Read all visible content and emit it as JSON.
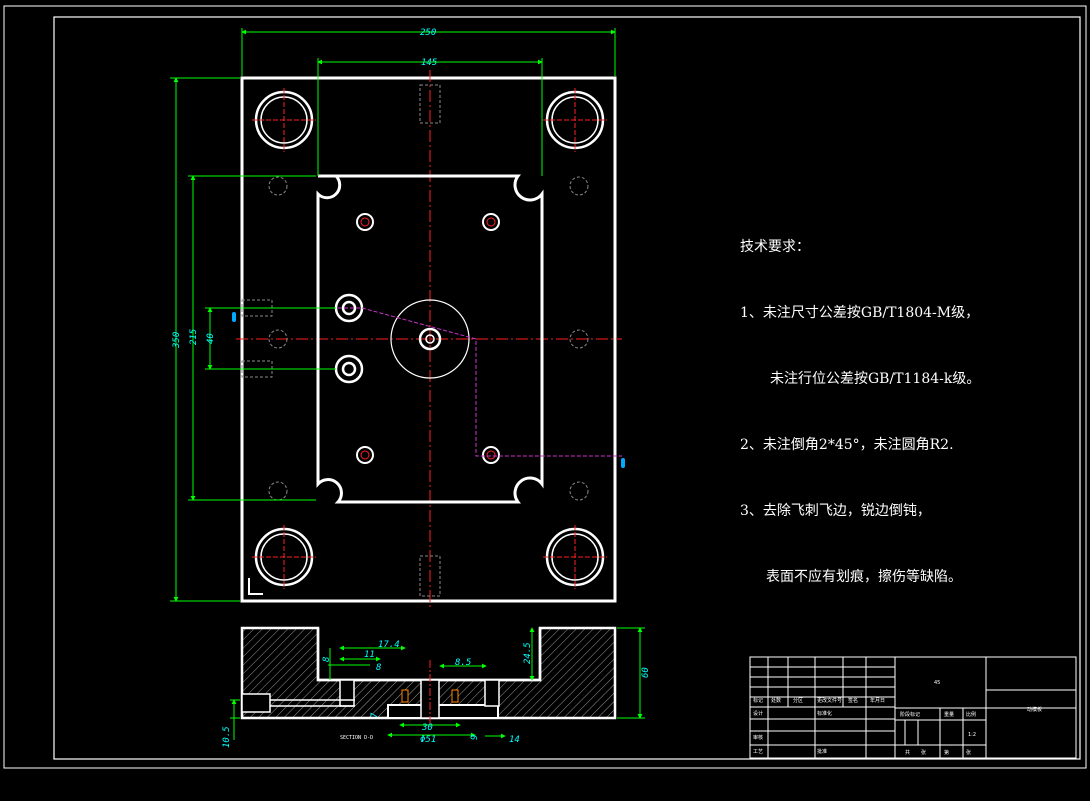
{
  "colors": {
    "background": "#000000",
    "outline": "#ffffff",
    "dimension": "#00ff00",
    "dimension_text": "#00ffff",
    "centerline": "#ff2020",
    "hidden": "#8a8a8a",
    "waterline": "#cc33cc",
    "fitting": "#00aaff",
    "hatch": "#9a9a9a"
  },
  "dimensions": {
    "width_250": "250",
    "width_145": "145",
    "height_350": "350",
    "height_215": "215",
    "height_40": "40",
    "d_17_4": "17.4",
    "d_11": "11",
    "d_8a": "8",
    "d_8b": "8",
    "d_8_5": "8.5",
    "d_24_5": "24.5",
    "d_60": "60",
    "d_10_5": "10.5",
    "d_7": "7",
    "d_30": "30",
    "d_phi51": "Φ51",
    "d_9": "9",
    "d_14": "14"
  },
  "section_label": "SECTION D-D",
  "notes": {
    "heading": "技术要求：",
    "line1": "1、未注尺寸公差按GB/T1804-M级，",
    "line2": "未注行位公差按GB/T1184-k级。",
    "line3": "2、未注倒角2*45°，未注圆角R2.",
    "line4": "3、去除飞刺飞边，锐边倒钝，",
    "line5": "表面不应有划痕，擦伤等缺陷。"
  },
  "title_block": {
    "material": "45",
    "scale": "1:2",
    "part_name": "动模板",
    "cells": [
      "标记",
      "处数",
      "分区",
      "更改文件号",
      "签名",
      "年月日",
      "设计",
      "标准化",
      "阶段标记",
      "重量",
      "比例",
      "审核",
      "工艺",
      "批准",
      "共",
      "张",
      "第",
      "张"
    ]
  }
}
